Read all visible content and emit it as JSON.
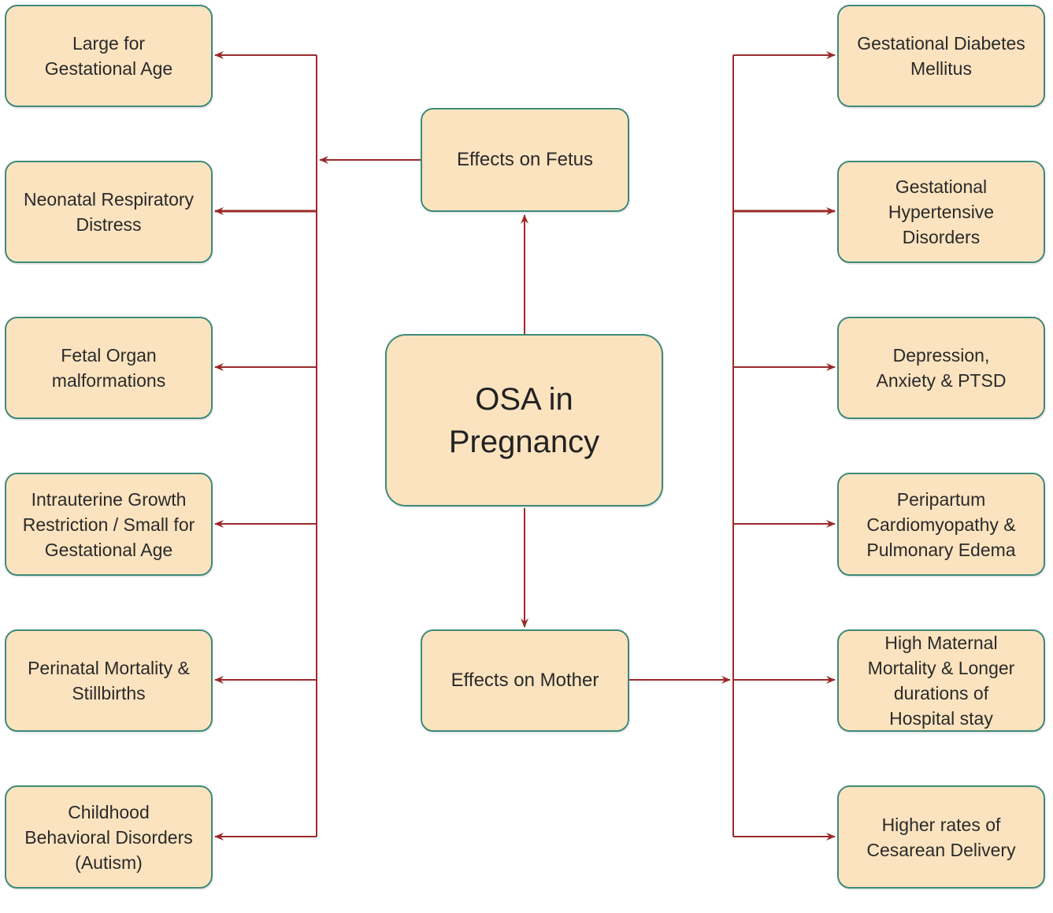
{
  "center": {
    "label": "OSA in\nPregnancy"
  },
  "fetus": {
    "label": "Effects on Fetus",
    "effects": [
      "Large for\nGestational Age",
      "Neonatal Respiratory\nDistress",
      "Fetal Organ\nmalformations",
      "Intrauterine Growth\nRestriction / Small for\nGestational Age",
      "Perinatal Mortality &\nStillbirths",
      "Childhood\nBehavioral Disorders\n(Autism)"
    ]
  },
  "mother": {
    "label": "Effects on Mother",
    "effects": [
      "Gestational Diabetes\nMellitus",
      "Gestational\nHypertensive\nDisorders",
      "Depression,\nAnxiety & PTSD",
      "Peripartum\nCardiomyopathy &\nPulmonary Edema",
      "High Maternal\nMortality & Longer\ndurations of\nHospital stay",
      "Higher rates of\nCesarean Delivery"
    ]
  },
  "colors": {
    "box_fill": "#fbe3bf",
    "box_border": "#3e8a78",
    "connector": "#9b2a2a"
  }
}
